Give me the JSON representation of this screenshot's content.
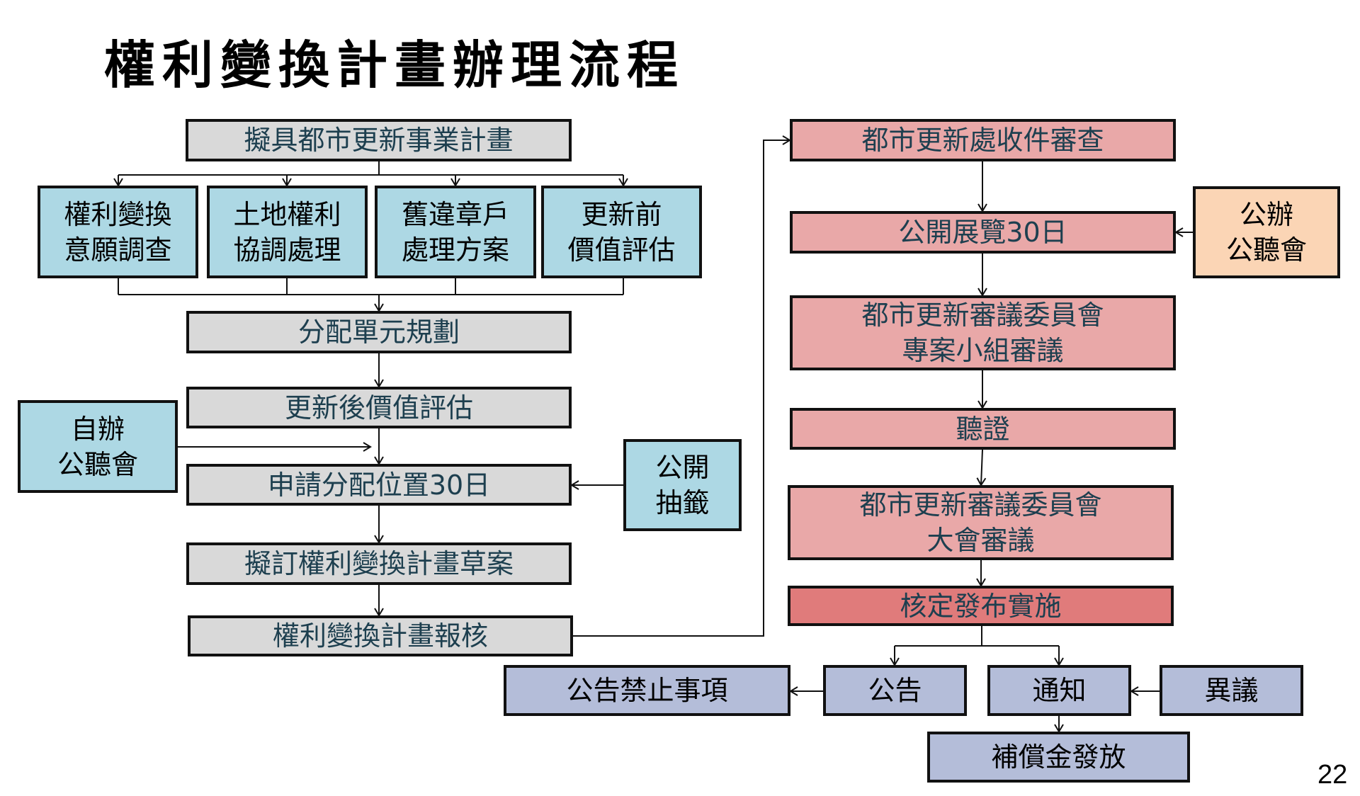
{
  "slide": {
    "title": "權利變換計畫辦理流程",
    "page_number": "22"
  },
  "applicant_flow": {
    "draft_business_plan": "擬具都市更新事業計畫",
    "preliminary_tasks": [
      {
        "lines": [
          "權利變換",
          "意願調查"
        ]
      },
      {
        "lines": [
          "土地權利",
          "協調處理"
        ]
      },
      {
        "lines": [
          "舊違章戶",
          "處理方案"
        ]
      },
      {
        "lines": [
          "更新前",
          "價值評估"
        ]
      }
    ],
    "allocation_unit_planning": "分配單元規劃",
    "post_renewal_valuation": "更新後價值評估",
    "self_hosted_hearing": {
      "lines": [
        "自辦",
        "公聽會"
      ]
    },
    "apply_allocation_position": "申請分配位置30日",
    "public_lottery": {
      "lines": [
        "公開",
        "抽籤"
      ]
    },
    "draft_rights_conversion_plan": "擬訂權利變換計畫草案",
    "submit_plan_for_approval": "權利變換計畫報核"
  },
  "government_flow": {
    "receipt_review": "都市更新處收件審查",
    "public_exhibition": "公開展覽30日",
    "government_hearing": {
      "lines": [
        "公辦",
        "公聽會"
      ]
    },
    "task_force_review": {
      "lines": [
        "都市更新審議委員會",
        "專案小組審議"
      ]
    },
    "hearing": "聽證",
    "plenary_review": {
      "lines": [
        "都市更新審議委員會",
        "大會審議"
      ]
    },
    "approval_and_enforcement": "核定發布實施"
  },
  "post_approval": {
    "announcement_prohibitions": "公告禁止事項",
    "announcement": "公告",
    "notification": "通知",
    "objection": "異議",
    "compensation_payment": "補償金發放"
  },
  "colors": {
    "applicant_step": "#d9d9d9",
    "preparation_task": "#add8e4",
    "government_step": "#e9a8a8",
    "final_approval": "#e07b7b",
    "government_hearing": "#fbd5b5",
    "post_approval_step": "#b4bdd9",
    "step_text": "#1d3f4f",
    "connector": "#111111"
  }
}
